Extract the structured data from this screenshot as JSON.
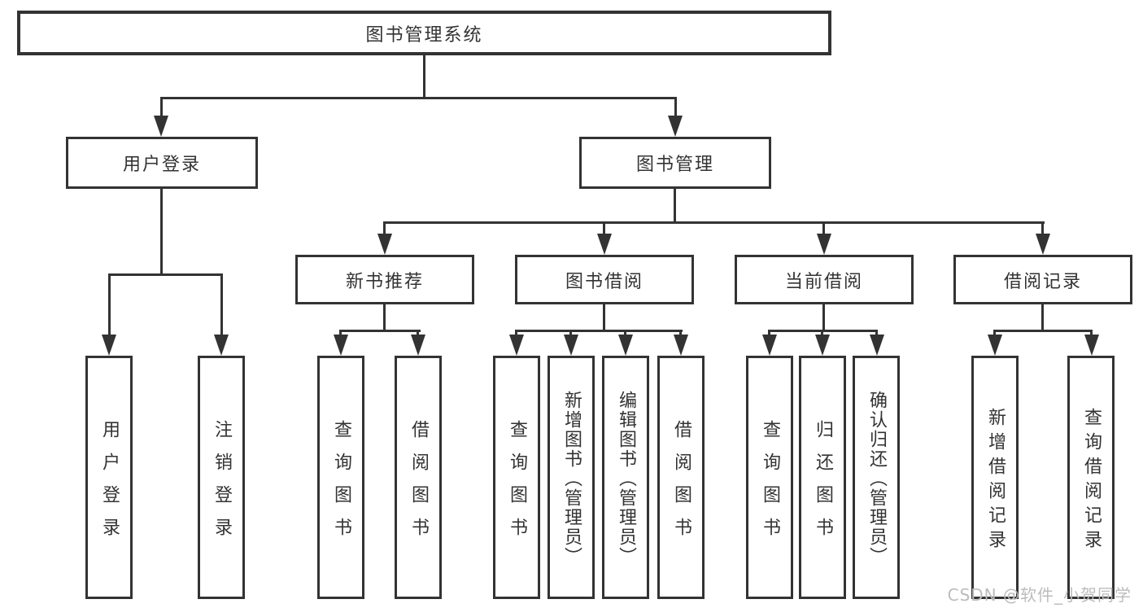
{
  "tree": {
    "root": {
      "label": "图书管理系统"
    },
    "user_branch": {
      "label": "用户登录",
      "children": [
        {
          "label": "用户登录"
        },
        {
          "label": "注销登录"
        }
      ]
    },
    "book_branch": {
      "label": "图书管理",
      "groups": [
        {
          "label": "新书推荐",
          "children": [
            {
              "label": "查询图书"
            },
            {
              "label": "借阅图书"
            }
          ]
        },
        {
          "label": "图书借阅",
          "children": [
            {
              "label": "查询图书"
            },
            {
              "label": "新增图书（管理员）"
            },
            {
              "label": "编辑图书（管理员）"
            },
            {
              "label": "借阅图书"
            }
          ]
        },
        {
          "label": "当前借阅",
          "children": [
            {
              "label": "查询图书"
            },
            {
              "label": "归还图书"
            },
            {
              "label": "确认归还（管理员）"
            }
          ]
        },
        {
          "label": "借阅记录",
          "children": [
            {
              "label": "新增借阅记录"
            },
            {
              "label": "查询借阅记录"
            }
          ]
        }
      ]
    }
  },
  "colors": {
    "line": "#333333",
    "background": "#ffffff",
    "watermark": "#bcbcbc"
  },
  "watermark": "CSDN @软件_小贺同学"
}
